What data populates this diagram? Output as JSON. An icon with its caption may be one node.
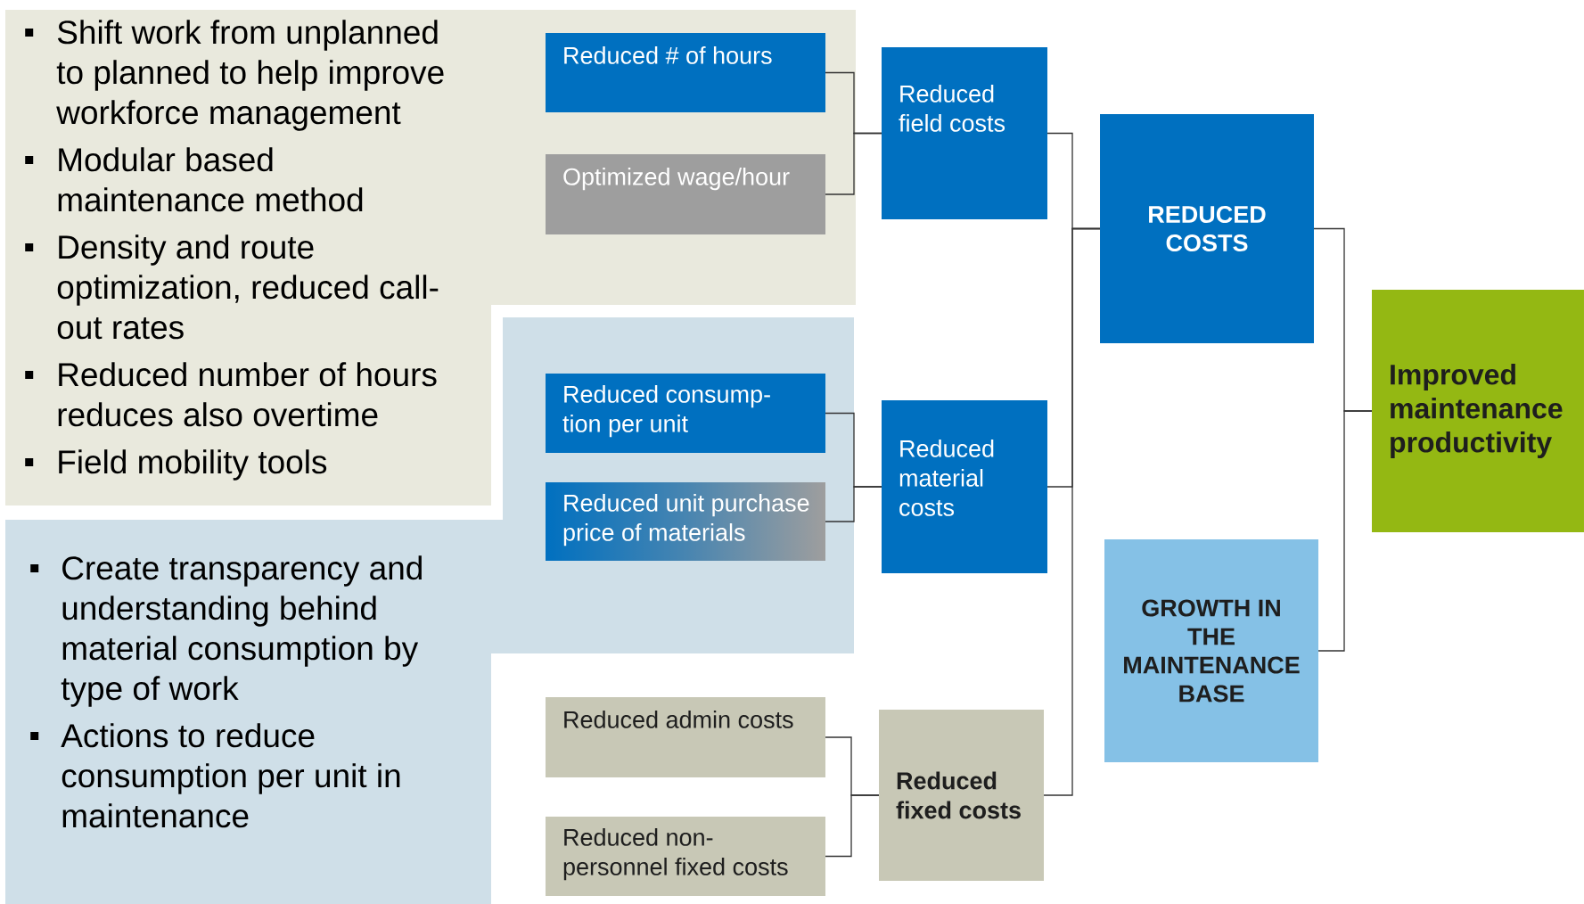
{
  "diagram": {
    "nodes": [
      {
        "text": [
          "Shift work from unplanned to planned to help improve workforce management",
          "Modular based maintenance method",
          "Density and route optimization, reduced call- out rates",
          "Reduced number of hours reduces also overtime",
          "Field mobility tools"
        ]
      },
      {
        "text": [
          "Reduced # of hours"
        ],
        "in": 0
      },
      {
        "text": [
          "Optimized wage/hour"
        ],
        "in": 0
      },
      {
        "text": [
          "Create transparency and understanding behind material consumption by type of work",
          "Actions to reduce consumption per unit in maintenance"
        ]
      },
      {
        "text": [
          "Reduced consump- tion per unit"
        ],
        "in": 3
      },
      {
        "text": [
          "Reduced unit purchase price of materials"
        ],
        "in": 3
      },
      {
        "text": [
          "Reduced admin costs"
        ]
      },
      {
        "text": [
          "Reduced non- personnel fixed costs"
        ]
      },
      {
        "text": [
          "Reduced field costs"
        ]
      },
      {
        "text": [
          "Reduced material costs"
        ]
      },
      {
        "text": [
          "Reduced fixed costs"
        ]
      },
      {
        "text": [
          "REDUCED COSTS"
        ]
      },
      {
        "text": [
          "GROWTH  IN THE MAINTENANCE BASE"
        ]
      },
      {
        "text": [
          "Improved maintenance productivity"
        ]
      }
    ],
    "edges": [
      {
        "from": 1,
        "to": 8,
        "arrow": "none"
      },
      {
        "from": 2,
        "to": 8,
        "arrow": "none"
      },
      {
        "from": 4,
        "to": 9,
        "arrow": "none"
      },
      {
        "from": 5,
        "to": 9,
        "arrow": "none"
      },
      {
        "from": 6,
        "to": 10,
        "arrow": "none"
      },
      {
        "from": 7,
        "to": 10,
        "arrow": "none"
      },
      {
        "from": 8,
        "to": 11,
        "arrow": "none"
      },
      {
        "from": 9,
        "to": 11,
        "arrow": "none"
      },
      {
        "from": 10,
        "to": 11,
        "arrow": "none"
      },
      {
        "from": 11,
        "to": 13,
        "arrow": "none"
      },
      {
        "from": 12,
        "to": 13,
        "arrow": "none"
      }
    ]
  }
}
